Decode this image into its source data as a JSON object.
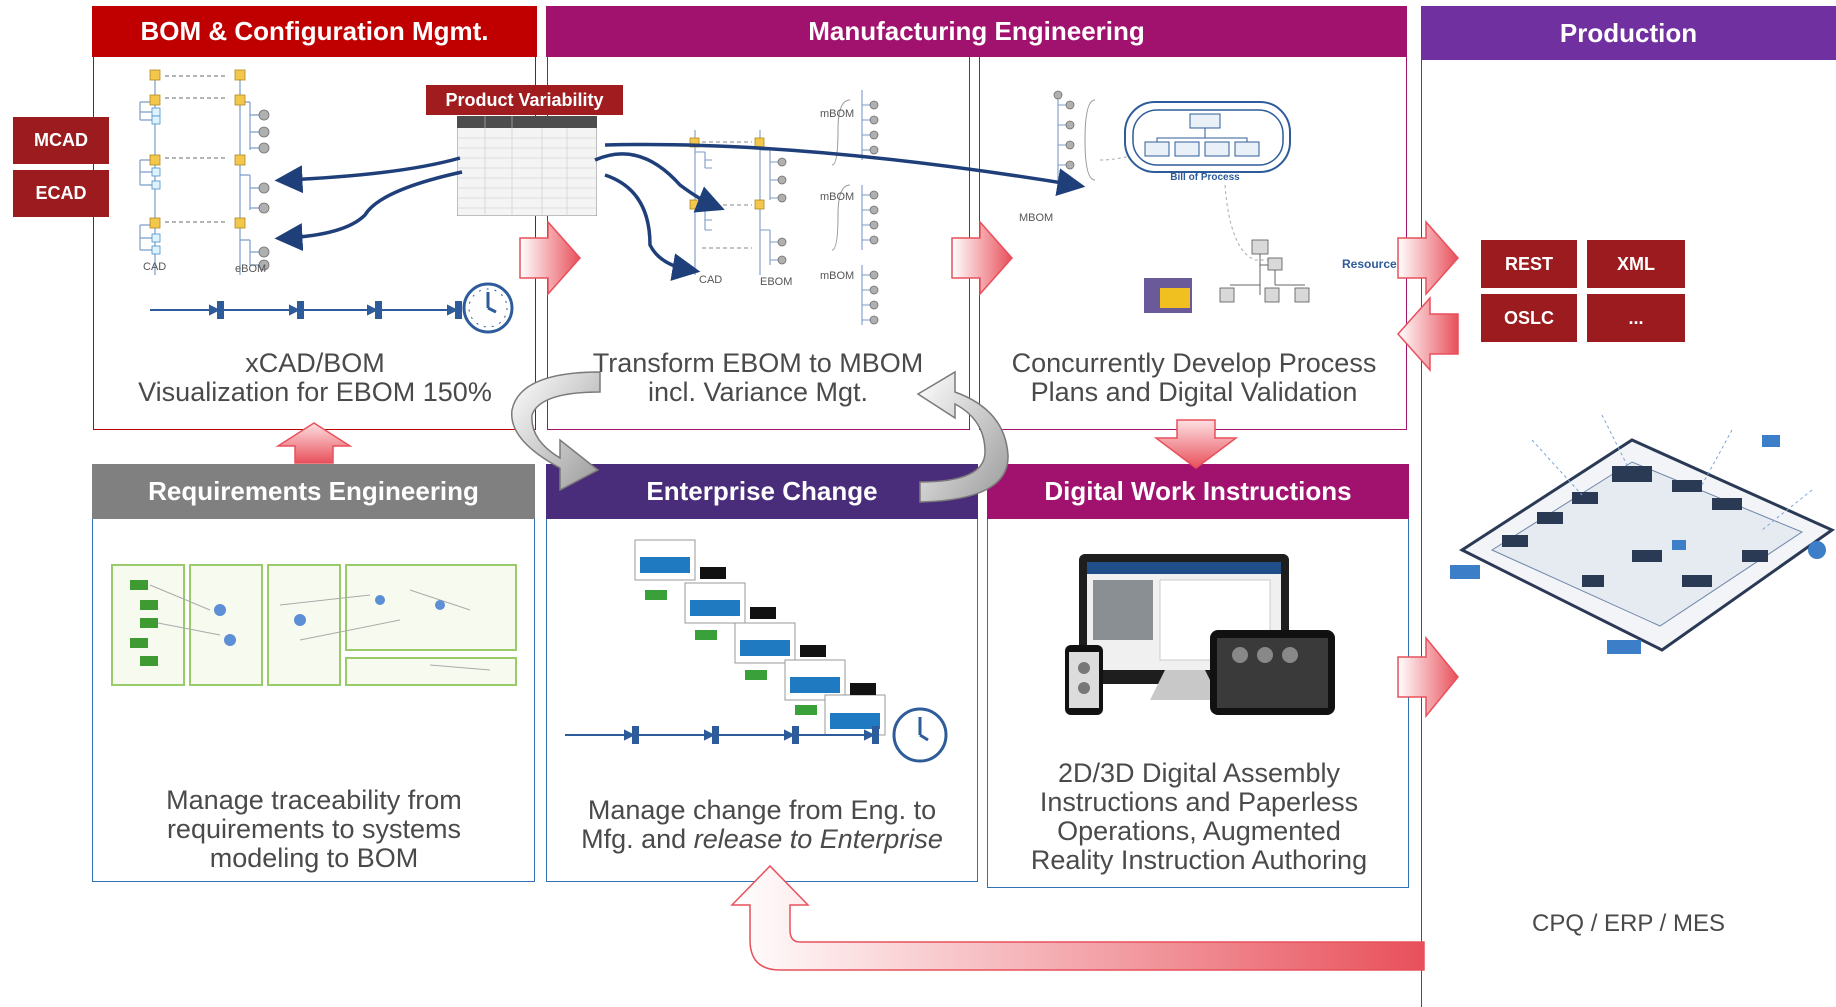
{
  "bom": {
    "title": "BOM & Configuration Mgmt.",
    "description_line1": "xCAD/BOM",
    "description_line2": "Visualization for EBOM 150%",
    "cad_label": "CAD",
    "ebom_label": "eBOM",
    "mcad": "MCAD",
    "ecad": "ECAD",
    "product_variability": "Product Variability"
  },
  "mfg": {
    "title": "Manufacturing Engineering",
    "transform_line1": "Transform EBOM to MBOM",
    "transform_line2": "incl. Variance Mgt.",
    "cad_label": "CAD",
    "ebom_label": "EBOM",
    "mbom_labels": [
      "mBOM",
      "mBOM",
      "mBOM"
    ],
    "process_line1": "Concurrently Develop Process",
    "process_line2": "Plans and Digital Validation",
    "mbom_label": "MBOM",
    "bill_of_process": "Bill of Process",
    "resources": "Resources"
  },
  "production": {
    "title": "Production",
    "tags": [
      "REST",
      "XML",
      "OSLC",
      "..."
    ],
    "footer": "CPQ / ERP / MES"
  },
  "requirements": {
    "title": "Requirements Engineering",
    "description": [
      "Manage traceability from",
      "requirements to systems",
      "modeling to BOM"
    ]
  },
  "change": {
    "title": "Enterprise Change",
    "line1": "Manage change from Eng. to",
    "line2_plain": "Mfg. and ",
    "line2_italic": "release to Enterprise"
  },
  "dwi": {
    "title": "Digital Work Instructions",
    "description": [
      "2D/3D Digital Assembly",
      "Instructions and Paperless",
      "Operations, Augmented",
      "Reality Instruction Authoring"
    ]
  },
  "colors": {
    "bom_red": "#c00000",
    "mfg_magenta": "#a0126e",
    "production_purple": "#7030a0",
    "requirements_gray": "#808080",
    "change_indigo": "#4a2d7a",
    "tag_red": "#9b1b1e",
    "arrow_red": "#e8505b"
  }
}
